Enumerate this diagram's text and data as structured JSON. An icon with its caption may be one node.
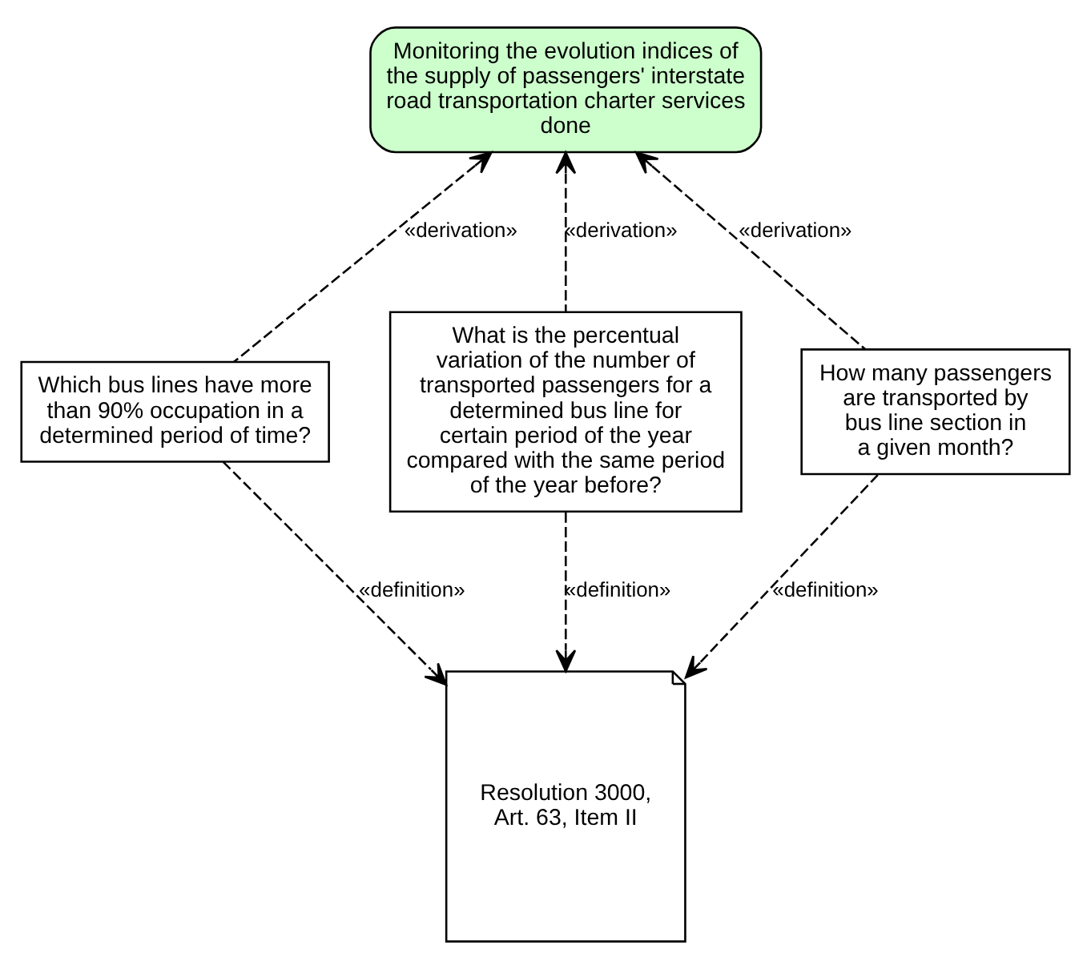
{
  "diagram": {
    "nodes": [
      {
        "text": [
          "Monitoring the evolution indices of the supply of passengers' interstate road transportation charter services done"
        ]
      },
      {
        "text": [
          "Which bus lines have more than 90% occupation in a determined period of time?"
        ]
      },
      {
        "text": [
          "What is the percentual variation of the number of transported passengers for a determined bus line for certain period of the year compared with the same period of the year before?"
        ]
      },
      {
        "text": [
          "How many passengers are transported by bus line section in a given month?"
        ]
      },
      {
        "text": [
          "Resolution 3000, Art. 63, Item II"
        ]
      }
    ],
    "edges": [
      {
        "from": 1,
        "to": 0,
        "arrow": "to",
        "style": "dashed",
        "label": "«derivation»"
      },
      {
        "from": 2,
        "to": 0,
        "arrow": "to",
        "style": "dashed",
        "label": "«derivation»"
      },
      {
        "from": 3,
        "to": 0,
        "arrow": "to",
        "style": "dashed",
        "label": "«derivation»"
      },
      {
        "from": 1,
        "to": 4,
        "arrow": "to",
        "style": "dashed",
        "label": "«definition»"
      },
      {
        "from": 2,
        "to": 4,
        "arrow": "to",
        "style": "dashed",
        "label": "«definition»"
      },
      {
        "from": 3,
        "to": 4,
        "arrow": "to",
        "style": "dashed",
        "label": "«definition»"
      }
    ]
  }
}
